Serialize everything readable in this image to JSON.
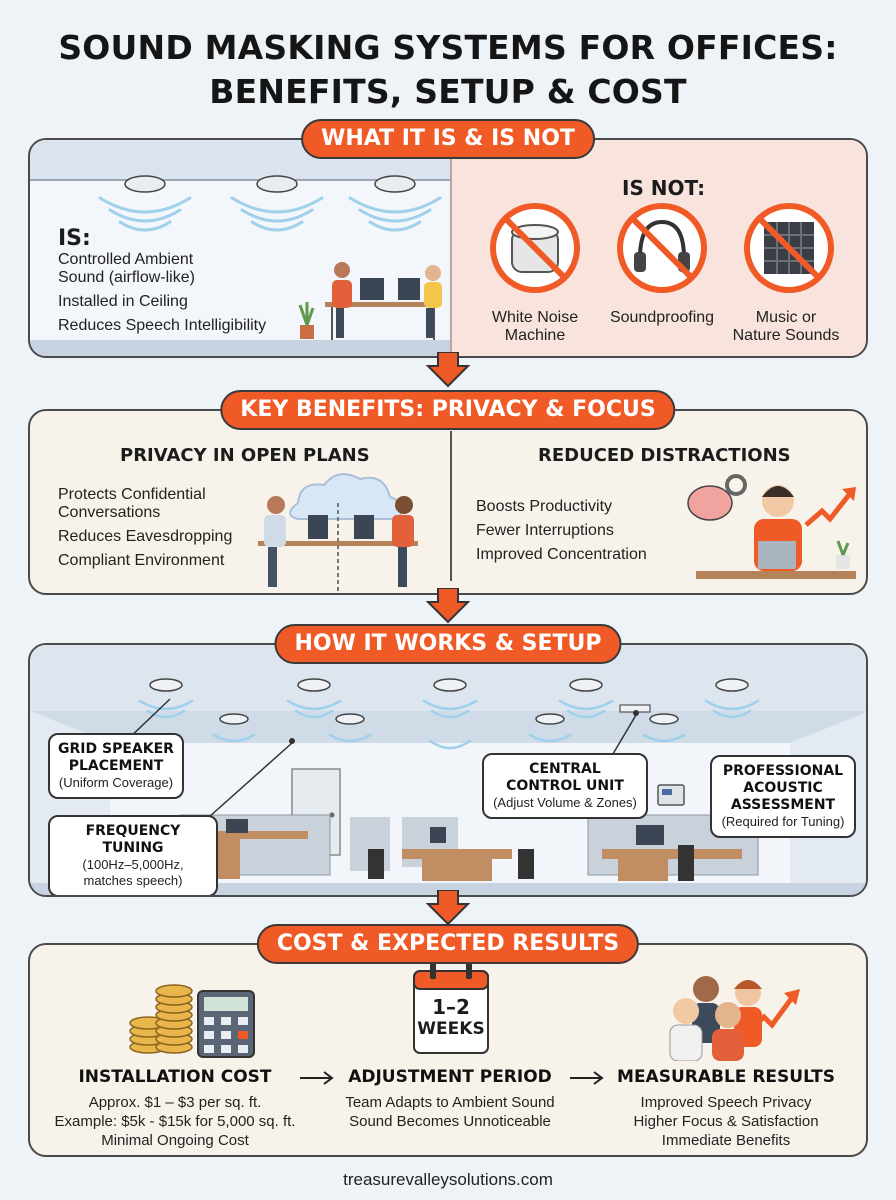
{
  "title": {
    "line1": "SOUND MASKING SYSTEMS FOR OFFICES:",
    "line2": "BENEFITS, SETUP & COST"
  },
  "section1": {
    "pill": "WHAT IT IS & IS NOT",
    "is_heading": "IS:",
    "is_items": [
      "Controlled Ambient",
      "Sound (airflow-like)",
      "Installed in Ceiling",
      "Reduces Speech Intelligibility"
    ],
    "isnot_heading": "IS NOT:",
    "isnot_items": [
      {
        "line1": "White Noise",
        "line2": "Machine"
      },
      {
        "line1": "Soundproofing",
        "line2": ""
      },
      {
        "line1": "Music or",
        "line2": "Nature Sounds"
      }
    ]
  },
  "section2": {
    "pill": "KEY BENEFITS: PRIVACY & FOCUS",
    "left_heading": "PRIVACY IN OPEN PLANS",
    "left_items": [
      "Protects Confidential",
      "Conversations",
      "Reduces Eavesdropping",
      "Compliant Environment"
    ],
    "right_heading": "REDUCED DISTRACTIONS",
    "right_items": [
      "Boosts Productivity",
      "Fewer Interruptions",
      "Improved Concentration"
    ]
  },
  "section3": {
    "pill": "HOW IT WORKS & SETUP",
    "callouts": {
      "grid": {
        "title1": "GRID SPEAKER",
        "title2": "PLACEMENT",
        "sub": "(Uniform Coverage)"
      },
      "freq": {
        "title": "FREQUENCY TUNING",
        "sub1": "(100Hz–5,000Hz,",
        "sub2": "matches speech)"
      },
      "central": {
        "title1": "CENTRAL",
        "title2": "CONTROL UNIT",
        "sub": "(Adjust Volume & Zones)"
      },
      "pro": {
        "title1": "PROFESSIONAL",
        "title2": "ACOUSTIC",
        "title3": "ASSESSMENT",
        "sub": "(Required for Tuning)"
      }
    }
  },
  "section4": {
    "pill": "COST & EXPECTED RESULTS",
    "calendar_line1": "1–2",
    "calendar_line2": "WEEKS",
    "installation": {
      "heading": "INSTALLATION COST",
      "lines": [
        "Approx. $1 – $3 per sq. ft.",
        "Example: $5k - $15k for 5,000 sq. ft.",
        "Minimal Ongoing Cost"
      ]
    },
    "adjustment": {
      "heading": "ADJUSTMENT PERIOD",
      "lines": [
        "Team Adapts to Ambient Sound",
        "Sound Becomes Unnoticeable"
      ]
    },
    "results": {
      "heading": "MEASURABLE RESULTS",
      "lines": [
        "Improved Speech Privacy",
        "Higher Focus & Satisfaction",
        "Immediate Benefits"
      ]
    }
  },
  "footer": "treasurevalleysolutions.com",
  "colors": {
    "accent": "#ef5a27",
    "panel": "#f8f3ea",
    "pink": "#f8e4dd",
    "ceiling": "#dde6ef",
    "wave": "#9fd0ec"
  }
}
